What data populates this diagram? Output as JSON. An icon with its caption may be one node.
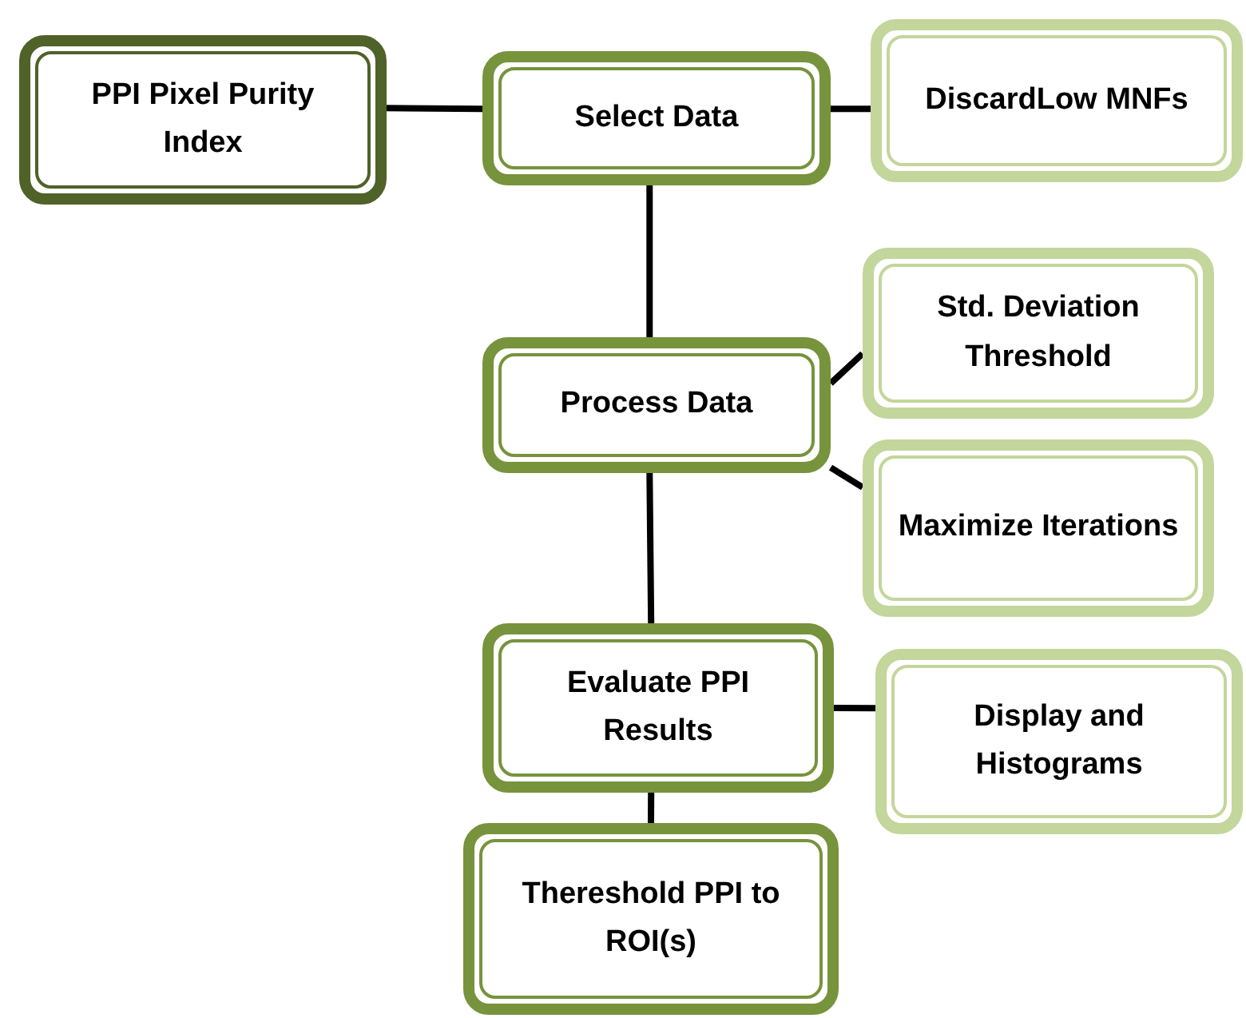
{
  "diagram": {
    "nodes": [
      {
        "text": [
          "PPI Pixel Purity Index"
        ]
      },
      {
        "text": [
          "Select Data"
        ]
      },
      {
        "text": [
          "DiscardLow MNFs"
        ]
      },
      {
        "text": [
          "Process Data"
        ]
      },
      {
        "text": [
          "Std. Deviation Threshold"
        ]
      },
      {
        "text": [
          "Maximize Iterations"
        ]
      },
      {
        "text": [
          "Evaluate PPI Results"
        ]
      },
      {
        "text": [
          "Display and Histograms"
        ]
      },
      {
        "text": [
          "Thereshold PPI to ROI(s)"
        ]
      }
    ],
    "edges": [
      {
        "from": 0,
        "to": 1,
        "arrow": "none"
      },
      {
        "from": 1,
        "to": 2,
        "arrow": "none"
      },
      {
        "from": 1,
        "to": 3,
        "arrow": "none"
      },
      {
        "from": 3,
        "to": 4,
        "arrow": "none"
      },
      {
        "from": 3,
        "to": 5,
        "arrow": "none"
      },
      {
        "from": 3,
        "to": 6,
        "arrow": "none"
      },
      {
        "from": 6,
        "to": 7,
        "arrow": "none"
      },
      {
        "from": 6,
        "to": 8,
        "arrow": "none"
      }
    ]
  }
}
